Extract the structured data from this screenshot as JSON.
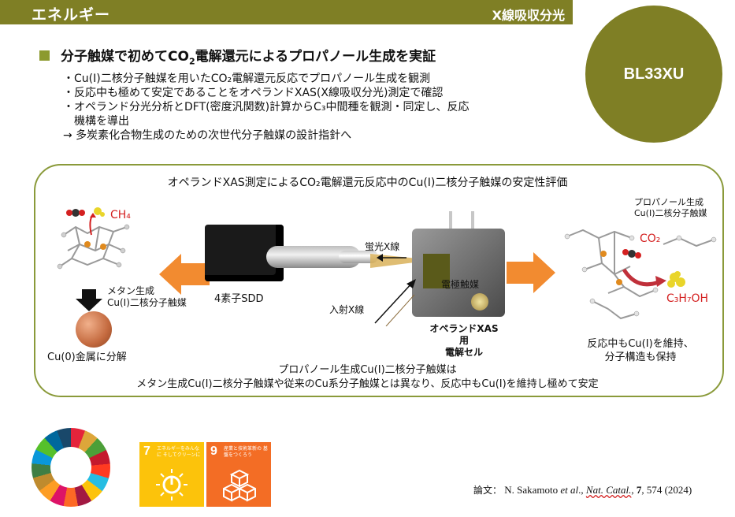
{
  "header": {
    "title": "エネルギー",
    "tag": "X線吸収分光"
  },
  "beamline": {
    "label": "BL33XU"
  },
  "main_heading": {
    "pre": "分子触媒で初めてCO",
    "sub": "2",
    "post": "電解還元によるプロパノール生成を実証"
  },
  "bullets": {
    "b1": "・Cu(I)二核分子触媒を用いたCO₂電解還元反応でプロパノール生成を観測",
    "b2": "・反応中も極めて安定であることをオペランドXAS(X線吸収分光)測定で確認",
    "b3a": "・オペランド分光分析とDFT(密度汎関数)計算からC₃中間種を観測・同定し、反応",
    "b3b": "　機構を導出",
    "b4": "→ 多炭素化合物生成のための次世代分子触媒の設計指針へ"
  },
  "panel": {
    "title": "オペランドXAS測定によるCO₂電解還元反応中のCu(I)二核分子触媒の安定性評価",
    "left_ch4": "CH₄",
    "left_catalyst_l1": "メタン生成",
    "left_catalyst_l2": "Cu(I)二核分子触媒",
    "left_decompose": "Cu(0)金属に分解",
    "detector": "4素子SDD",
    "fluorescence": "蛍光X線",
    "incident": "入射X線",
    "electrode": "電極触媒",
    "cell_l1": "オペランドXAS用",
    "cell_l2": "電解セル",
    "right_catalyst_l1": "プロパノール生成",
    "right_catalyst_l2": "Cu(I)二核分子触媒",
    "right_co2": "CO₂",
    "right_product": "C₃H₇OH",
    "right_keep_l1": "反応中もCu(I)を維持、",
    "right_keep_l2": "分子構造も保持",
    "conclusion_l1": "プロパノール生成Cu(I)二核分子触媒は",
    "conclusion_l2": "メタン生成Cu(I)二核分子触媒や従来のCu系分子触媒とは異なり、反応中もCu(I)を維持し極めて安定"
  },
  "sdg": {
    "goal7": {
      "number": "7",
      "text": "エネルギーをみんなに そしてクリーンに"
    },
    "goal9": {
      "number": "9",
      "text": "産業と技術革新の 基盤をつくろう"
    }
  },
  "paper": {
    "label": "論文：",
    "authors": "N. Sakamoto",
    "etal": "et al",
    "journal": "Nat. Catal.",
    "volume": "7",
    "pages_year": ", 574 (2024)"
  },
  "colors": {
    "olive": "#7f7f25",
    "orange": "#f28b30",
    "red": "#d42020"
  }
}
